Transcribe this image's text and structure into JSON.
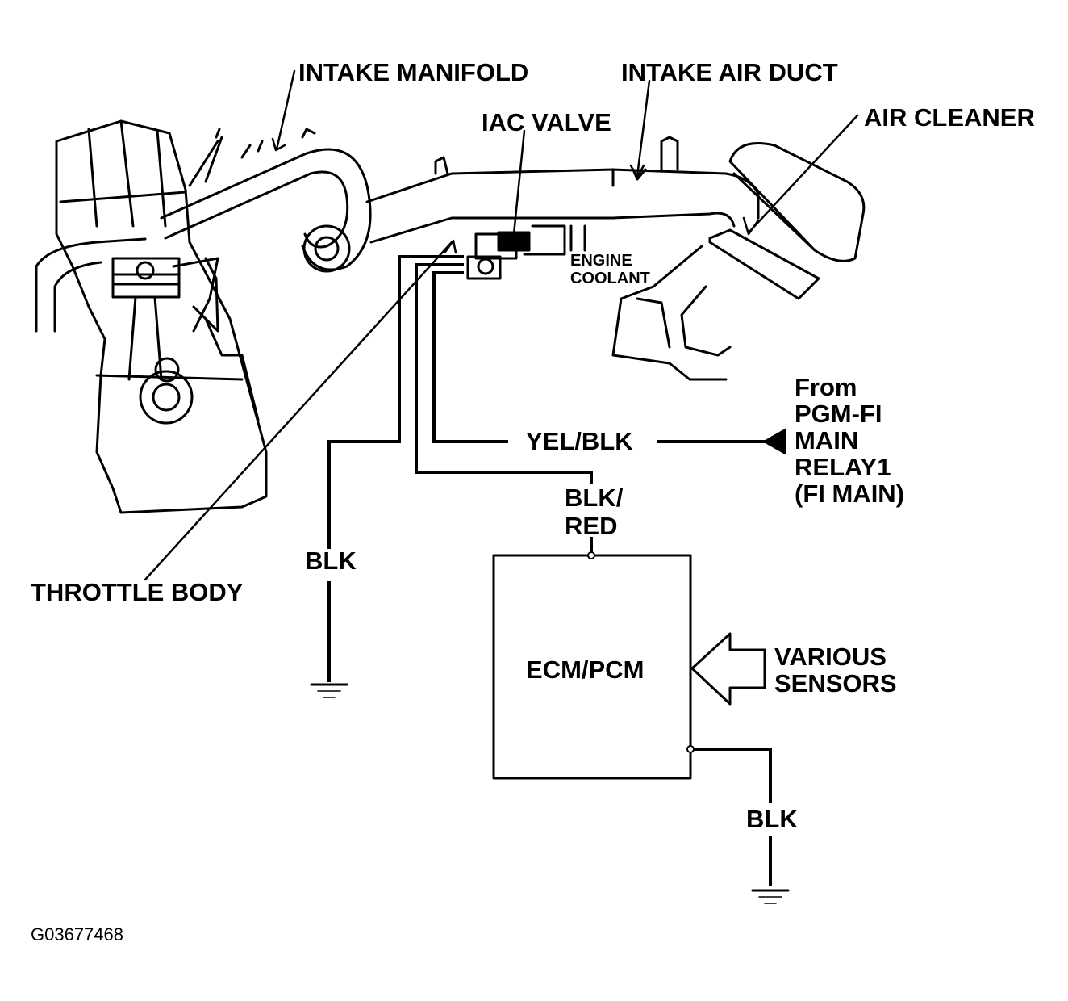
{
  "labels": {
    "intake_manifold": "INTAKE MANIFOLD",
    "intake_air_duct": "INTAKE AIR DUCT",
    "iac_valve": "IAC VALVE",
    "air_cleaner": "AIR CLEANER",
    "engine_coolant_1": "ENGINE",
    "engine_coolant_2": "COOLANT",
    "throttle_body": "THROTTLE BODY",
    "ecm_pcm": "ECM/PCM",
    "various_sensors_1": "VARIOUS",
    "various_sensors_2": "SENSORS",
    "figure_id": "G03677468"
  },
  "wires": {
    "yel_blk": "YEL/BLK",
    "blk_red_1": "BLK/",
    "blk_red_2": "RED",
    "blk_ground_left": "BLK",
    "blk_ground_right": "BLK"
  },
  "source": {
    "line1": "From",
    "line2": "PGM-FI",
    "line3": "MAIN",
    "line4": "RELAY1",
    "line5": "(FI MAIN)"
  }
}
